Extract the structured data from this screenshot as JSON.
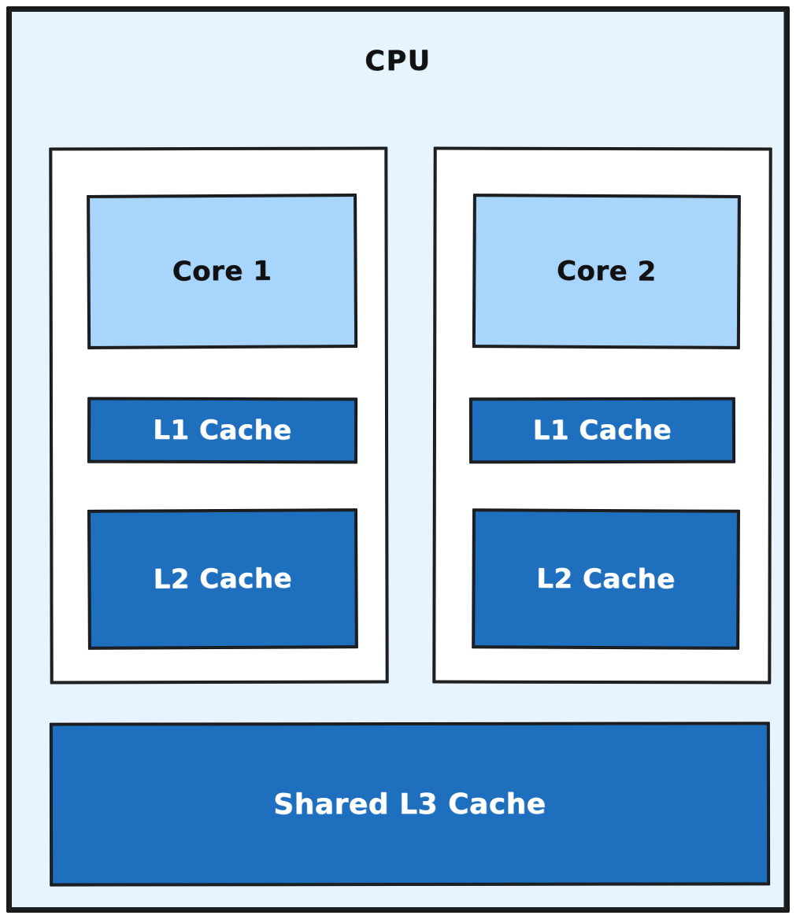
{
  "diagram": {
    "title": "CPU",
    "type": "cpu-cache-hierarchy",
    "colors": {
      "page_background": "#ffffff",
      "container_fill": "#e8f4fd",
      "group_fill": "#ffffff",
      "core_fill": "#a8d5fb",
      "cache_fill": "#1f6fbf",
      "stroke": "#1a1a1a",
      "core_text": "#111111",
      "cache_text": "#ffffff"
    }
  },
  "cpu": {
    "label": "CPU",
    "cores": [
      {
        "group_name": "core-group-1",
        "core": {
          "label": "Core 1"
        },
        "l1": {
          "label": "L1 Cache"
        },
        "l2": {
          "label": "L2 Cache"
        }
      },
      {
        "group_name": "core-group-2",
        "core": {
          "label": "Core 2"
        },
        "l1": {
          "label": "L1 Cache"
        },
        "l2": {
          "label": "L2 Cache"
        }
      }
    ],
    "shared": {
      "l3": {
        "label": "Shared L3 Cache"
      }
    }
  }
}
